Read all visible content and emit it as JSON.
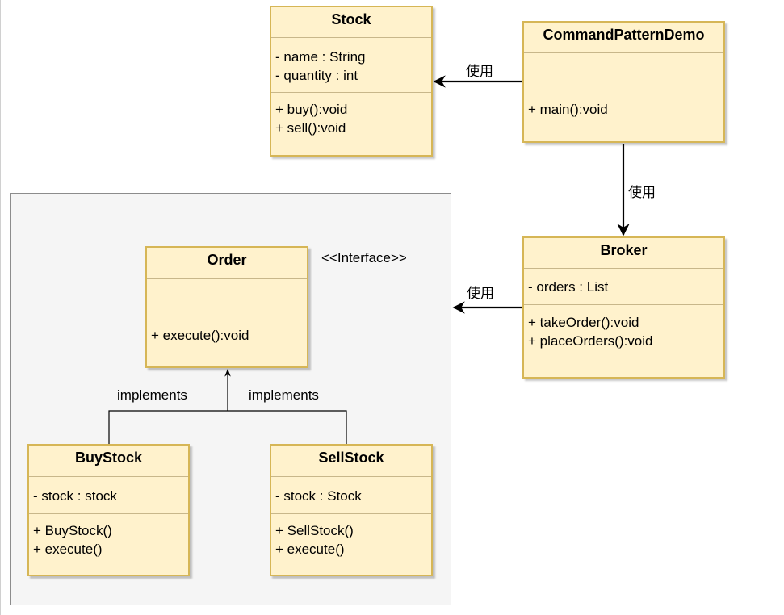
{
  "classes": {
    "stock": {
      "name": "Stock",
      "attributes": [
        "- name : String",
        "- quantity : int"
      ],
      "methods": [
        "+ buy():void",
        "+ sell():void"
      ]
    },
    "command_pattern_demo": {
      "name": "CommandPatternDemo",
      "attributes": [],
      "methods": [
        "+ main():void"
      ]
    },
    "broker": {
      "name": "Broker",
      "attributes": [
        "- orders : List"
      ],
      "methods": [
        "+ takeOrder():void",
        "+ placeOrders():void"
      ]
    },
    "order": {
      "name": "Order",
      "attributes": [],
      "methods": [
        "+ execute():void"
      ]
    },
    "buy_stock": {
      "name": "BuyStock",
      "attributes": [
        "- stock : stock"
      ],
      "methods": [
        "+ BuyStock()",
        "+ execute()"
      ]
    },
    "sell_stock": {
      "name": "SellStock",
      "attributes": [
        "- stock : Stock"
      ],
      "methods": [
        "+ SellStock()",
        "+ execute()"
      ]
    }
  },
  "labels": {
    "demo_uses_stock": "使用",
    "demo_uses_broker": "使用",
    "broker_uses_orders": "使用",
    "interface_stereotype": "<<Interface>>",
    "buystock_implements": "implements",
    "sellstock_implements": "implements"
  },
  "colors": {
    "class_fill": "#fff2cc",
    "class_border": "#d6b656",
    "group_fill": "#f5f5f5",
    "group_border": "#8c8c8c",
    "connector": "#000000"
  }
}
